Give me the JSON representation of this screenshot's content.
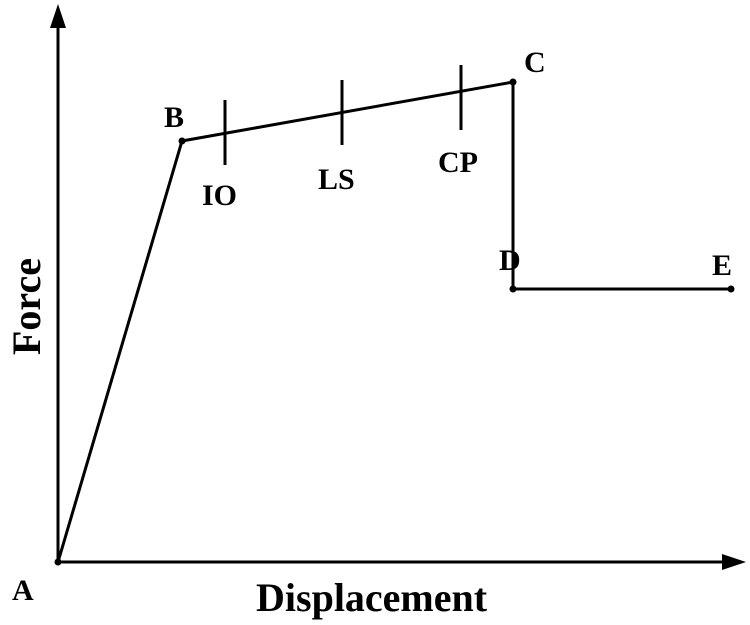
{
  "axes": {
    "x_title": "Displacement",
    "y_title": "Force"
  },
  "points": [
    {
      "id": "A",
      "label": "A"
    },
    {
      "id": "B",
      "label": "B"
    },
    {
      "id": "C",
      "label": "C"
    },
    {
      "id": "D",
      "label": "D"
    },
    {
      "id": "E",
      "label": "E"
    }
  ],
  "performance_levels": [
    {
      "id": "IO",
      "label": "IO"
    },
    {
      "id": "LS",
      "label": "LS"
    },
    {
      "id": "CP",
      "label": "CP"
    }
  ],
  "colors": {
    "line": "#000000",
    "background": "#ffffff"
  }
}
